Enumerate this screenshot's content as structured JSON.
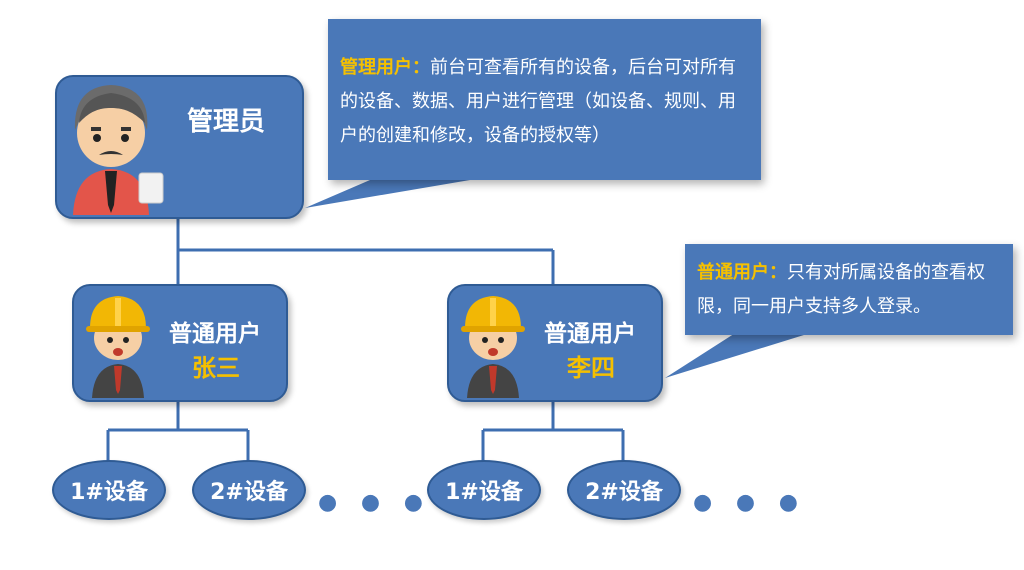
{
  "admin": {
    "title": "管理员",
    "callout_lead": "管理用户：",
    "callout_text": "前台可查看所有的设备，后台可对所有的设备、数据、用户进行管理（如设备、规则、用户的创建和修改，设备的授权等）"
  },
  "users": [
    {
      "title": "普通用户",
      "name": "张三"
    },
    {
      "title": "普通用户",
      "name": "李四"
    }
  ],
  "user_callout": {
    "lead": "普通用户：",
    "text": "只有对所属设备的查看权限，同一用户支持多人登录。"
  },
  "devices": {
    "user1": [
      "1#设备",
      "2#设备"
    ],
    "user2": [
      "1#设备",
      "2#设备"
    ],
    "more": "● ● ●"
  },
  "colors": {
    "box": "#4a78b8",
    "border": "#2f5b94",
    "highlight": "#f5c000",
    "line": "#3e6eb0"
  },
  "icons": [
    "admin-avatar-icon",
    "worker-avatar-icon"
  ]
}
